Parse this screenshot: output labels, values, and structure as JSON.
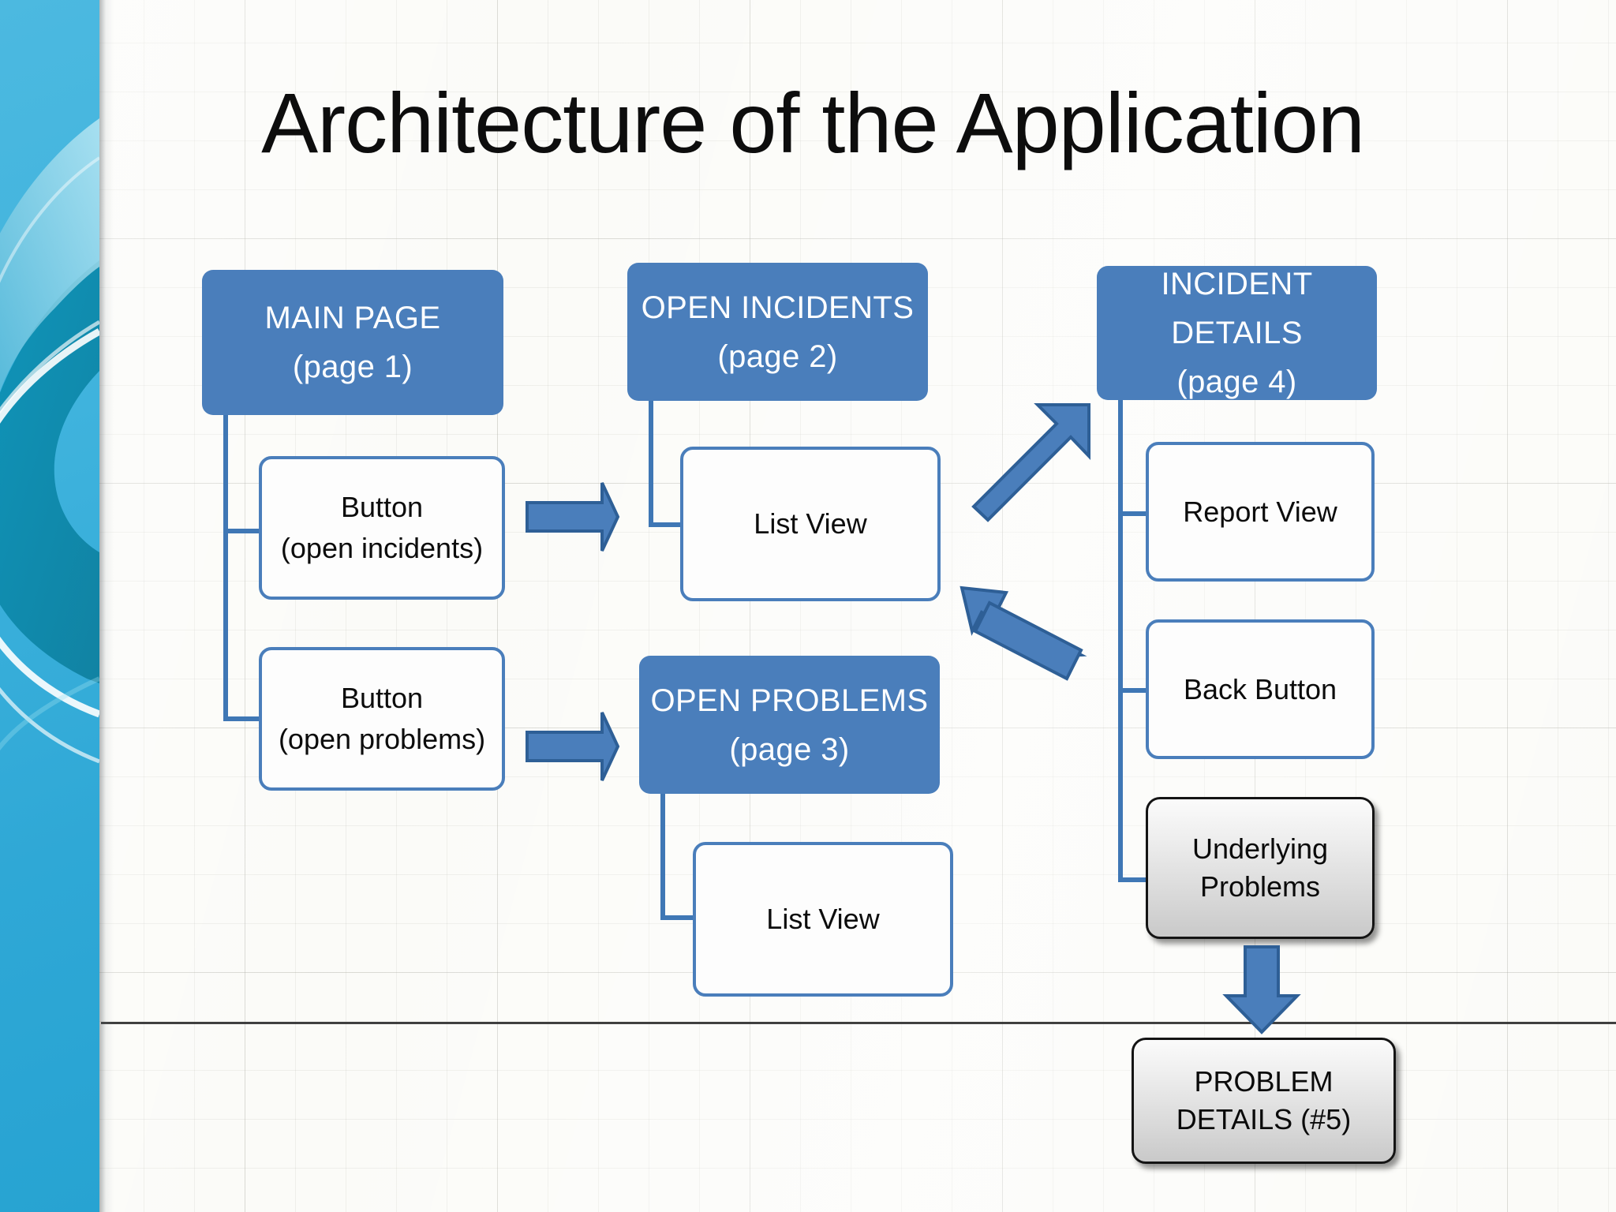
{
  "slide": {
    "title": "Architecture of the Application",
    "accent_blue": "#4a7ebb",
    "connector_blue": "#3f77b5",
    "sidebar_cyan": "#3fb3dd",
    "gray_fill": "#d8d8d8"
  },
  "nodes": {
    "main_page": {
      "line1": "MAIN PAGE",
      "line2": "(page 1)",
      "kind": "header"
    },
    "btn_incidents": {
      "line1": "Button",
      "line2": "(open incidents)",
      "kind": "leaf"
    },
    "btn_problems": {
      "line1": "Button",
      "line2": "(open problems)",
      "kind": "leaf"
    },
    "open_incidents": {
      "line1": "OPEN INCIDENTS",
      "line2": "(page 2)",
      "kind": "header"
    },
    "incidents_list": {
      "line1": "List View",
      "line2": "",
      "kind": "leaf"
    },
    "open_problems": {
      "line1": "OPEN PROBLEMS",
      "line2": "(page 3)",
      "kind": "header"
    },
    "problems_list": {
      "line1": "List View",
      "line2": "",
      "kind": "leaf"
    },
    "incident_details": {
      "line1": "INCIDENT DETAILS",
      "line2": "(page 4)",
      "kind": "header"
    },
    "report_view": {
      "line1": "Report View",
      "line2": "",
      "kind": "leaf"
    },
    "back_button": {
      "line1": "Back Button",
      "line2": "",
      "kind": "leaf"
    },
    "underlying": {
      "line1": "Underlying",
      "line2": "Problems",
      "kind": "gray"
    },
    "problem_details": {
      "line1": "PROBLEM",
      "line2": "DETAILS (#5)",
      "kind": "gray"
    }
  },
  "arrows": [
    {
      "name": "arrow-incidents-right",
      "direction": "right"
    },
    {
      "name": "arrow-problems-right",
      "direction": "right"
    },
    {
      "name": "arrow-list-to-details",
      "direction": "up-right"
    },
    {
      "name": "arrow-details-to-list",
      "direction": "down-left"
    },
    {
      "name": "arrow-underlying-down",
      "direction": "down"
    }
  ]
}
